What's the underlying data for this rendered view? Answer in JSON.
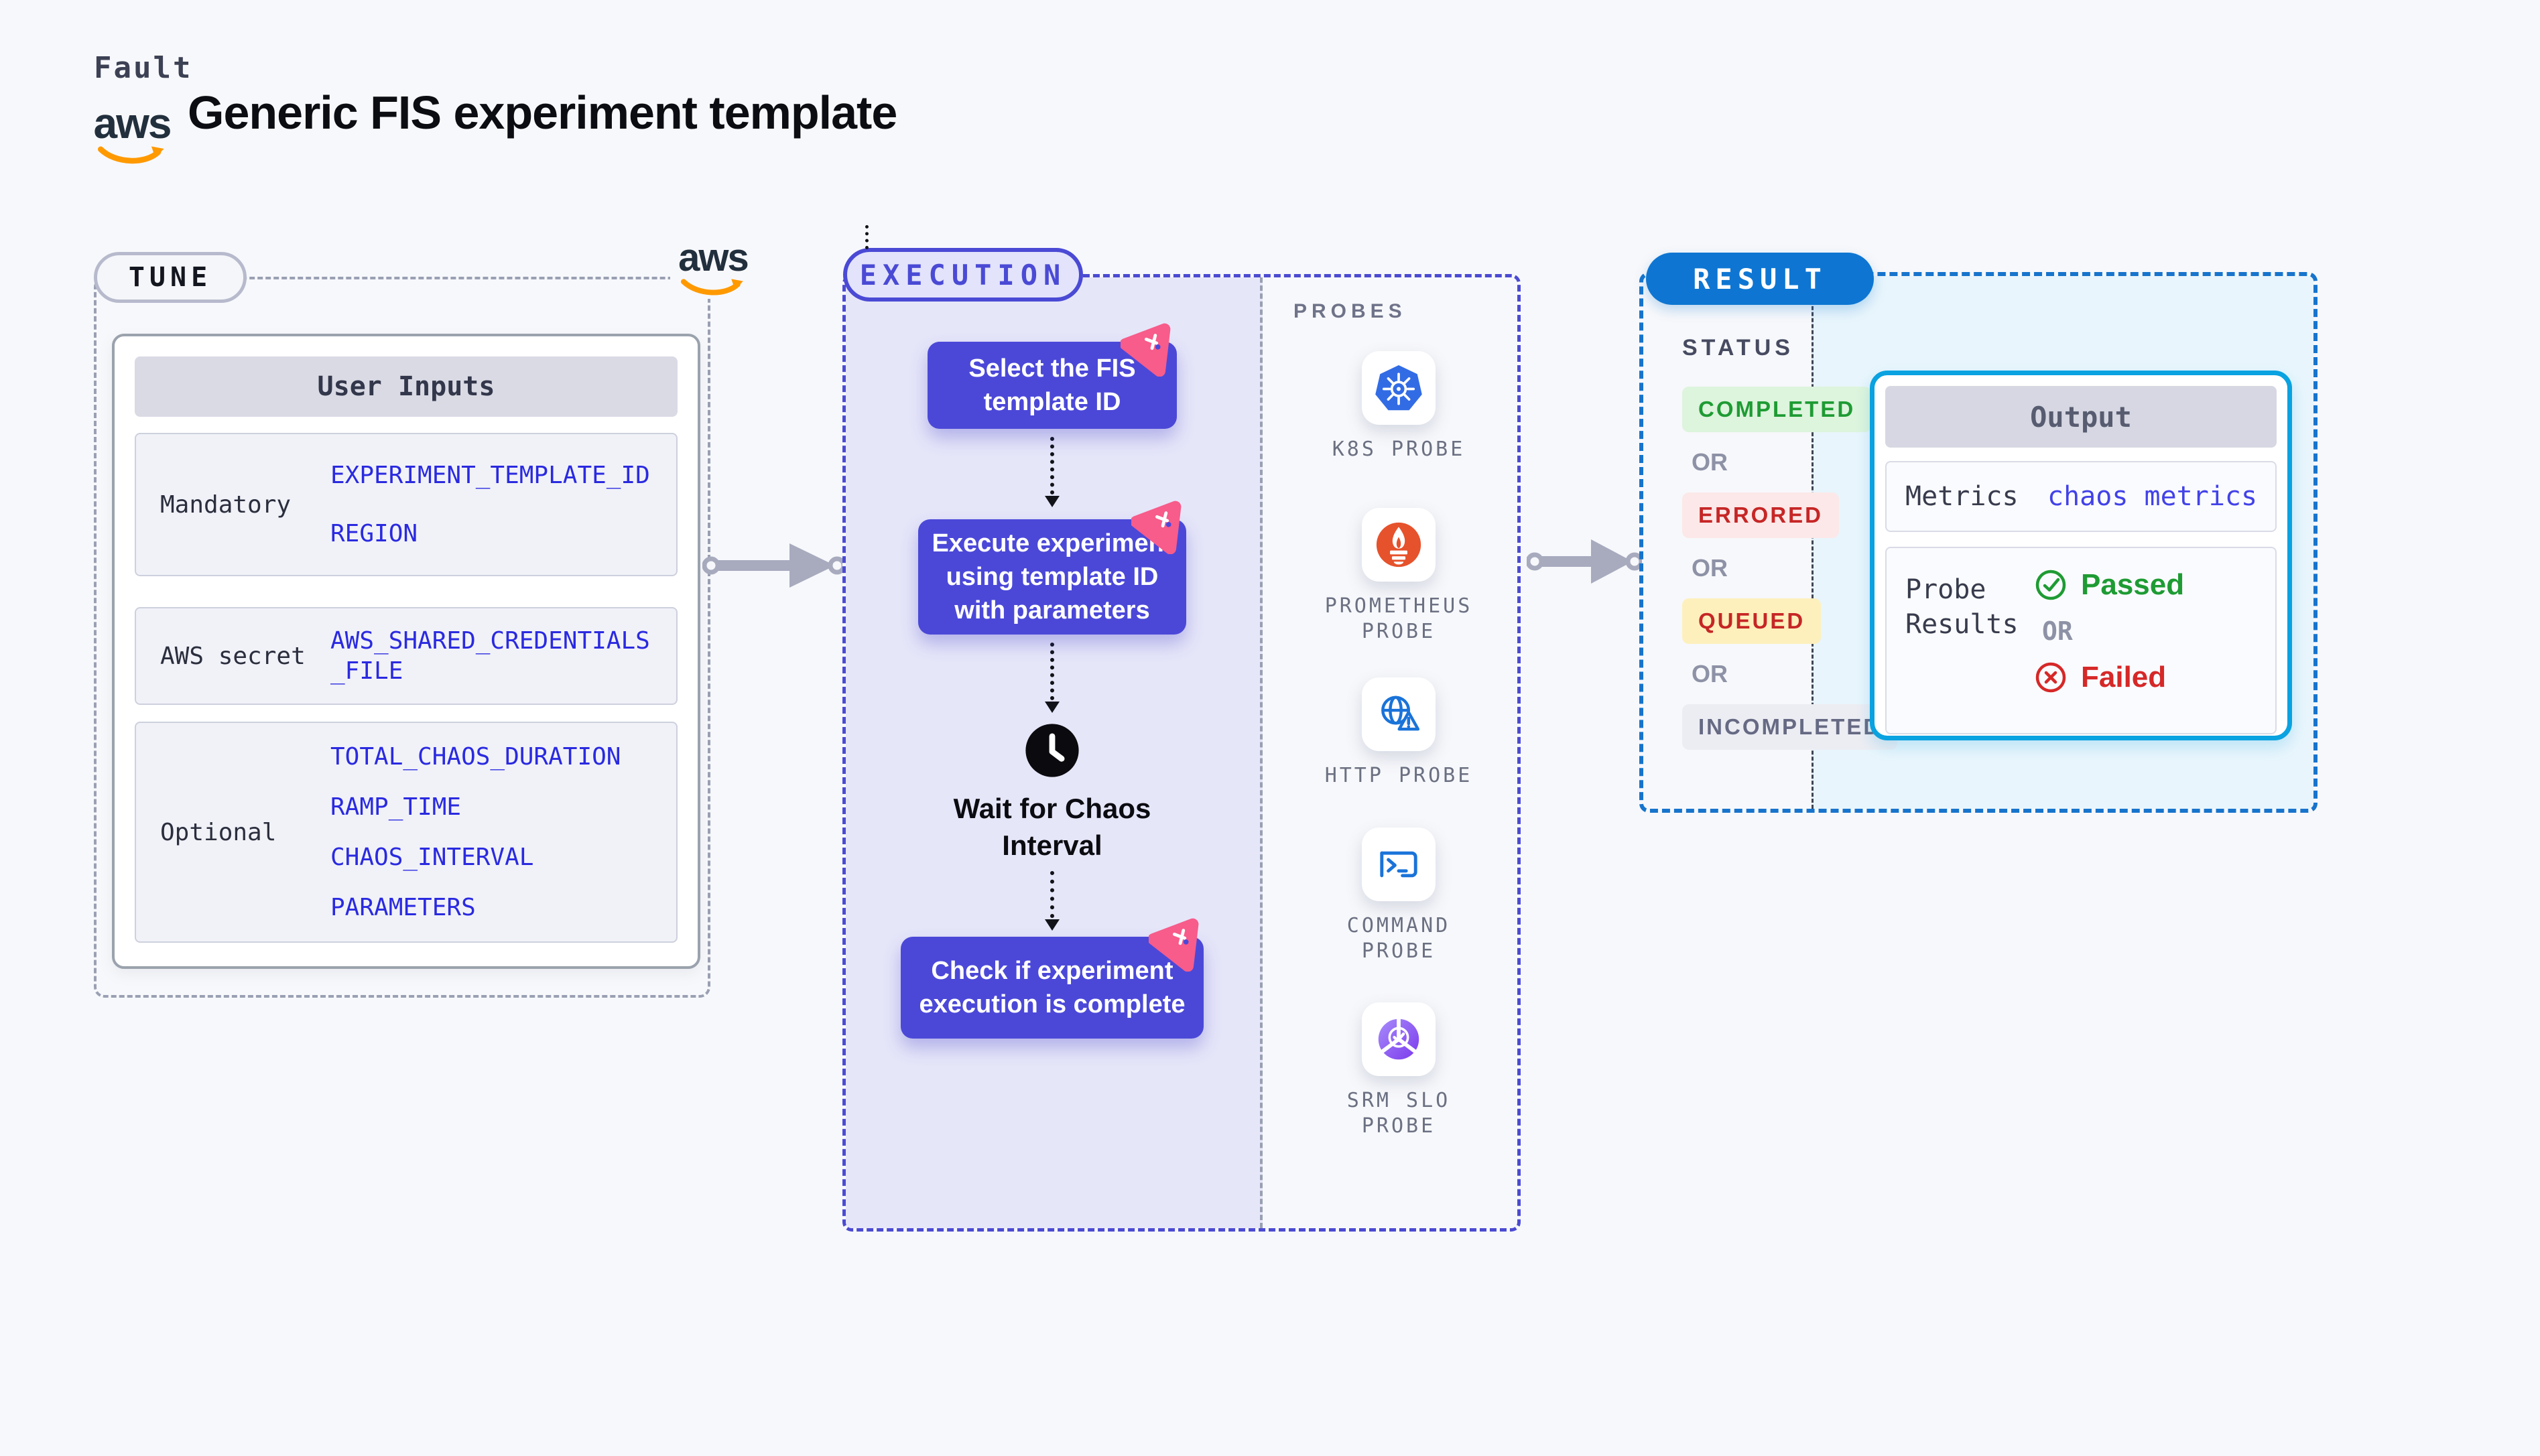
{
  "header": {
    "fault_label": "Fault",
    "aws_wordmark": "aws",
    "title": "Generic FIS experiment template"
  },
  "tune": {
    "pill_label": "TUNE",
    "user_inputs": {
      "header": "User Inputs",
      "rows": [
        {
          "label": "Mandatory",
          "values": [
            "EXPERIMENT_TEMPLATE_ID",
            "REGION"
          ]
        },
        {
          "label": "AWS secret",
          "values": [
            "AWS_SHARED_CREDENTIALS_FILE"
          ]
        },
        {
          "label": "Optional",
          "values": [
            "TOTAL_CHAOS_DURATION",
            "RAMP_TIME",
            "CHAOS_INTERVAL",
            "PARAMETERS"
          ]
        }
      ]
    }
  },
  "execution": {
    "pill_label": "EXECUTION",
    "steps": [
      {
        "label": "Select the FIS template ID",
        "icon": "litmus-chaos-icon"
      },
      {
        "label": "Execute experiment using template ID with parameters",
        "icon": "litmus-chaos-icon"
      }
    ],
    "wait_step": {
      "label": "Wait for Chaos Interval",
      "icon": "clock-icon"
    },
    "check_step": {
      "label": "Check if experiment execution is complete",
      "icon": "litmus-chaos-icon"
    }
  },
  "probes": {
    "title": "PROBES",
    "items": [
      {
        "label": "K8S PROBE",
        "icon": "kubernetes-icon"
      },
      {
        "label": "PROMETHEUS PROBE",
        "icon": "prometheus-icon"
      },
      {
        "label": "HTTP PROBE",
        "icon": "http-globe-warning-icon"
      },
      {
        "label": "COMMAND PROBE",
        "icon": "terminal-icon"
      },
      {
        "label": "SRM SLO PROBE",
        "icon": "slo-donut-check-icon"
      }
    ]
  },
  "result": {
    "pill_label": "RESULT",
    "status_title": "STATUS",
    "or_label": "OR",
    "statuses": [
      {
        "label": "COMPLETED",
        "type": "success",
        "text_color": "#1e9b33",
        "bg_color": "#ddf4dd"
      },
      {
        "label": "ERRORED",
        "type": "error",
        "text_color": "#c62626",
        "bg_color": "#fce8e8"
      },
      {
        "label": "QUEUED",
        "type": "warning",
        "text_color": "#c62626",
        "bg_color": "#fdf0bd"
      },
      {
        "label": "INCOMPLETED",
        "type": "neutral",
        "text_color": "#666a83",
        "bg_color": "#ecedf3"
      }
    ],
    "output": {
      "header": "Output",
      "metrics_label": "Metrics",
      "metrics_value": "chaos metrics",
      "probe_results_label": "Probe Results",
      "passed_label": "Passed",
      "failed_label": "Failed"
    }
  },
  "colors": {
    "page_bg": "#f7f8fb",
    "indigo_accent": "#4a4ad5",
    "step_purple": "#4b48d8",
    "lavender_panel": "#e6e6f9",
    "litmus_pink": "#f75c8a",
    "aws_orange": "#ff9900",
    "result_blue": "#0e76d2",
    "output_cyan_border": "#0aa2e0",
    "cyan_panel": "#e8f5fc",
    "passed_green": "#1e9b33",
    "failed_red": "#d62828",
    "kubernetes_blue": "#326ce5",
    "prometheus_orange": "#e6522c",
    "value_blue": "#2a2ae0"
  }
}
